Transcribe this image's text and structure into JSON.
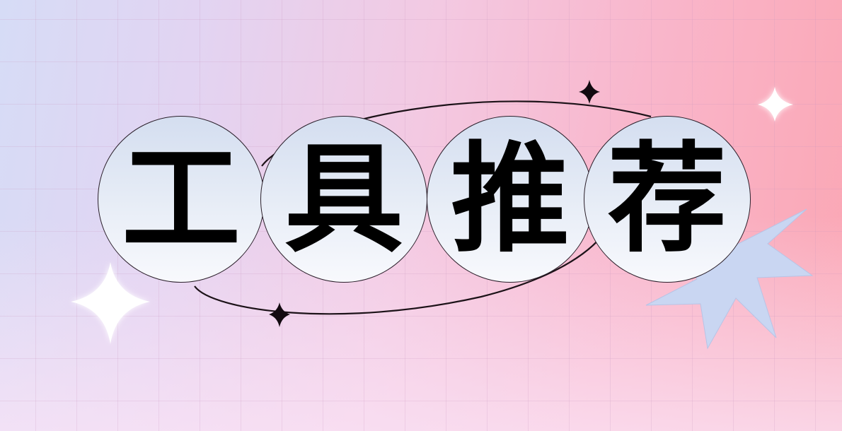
{
  "title": {
    "text": "工具推荐",
    "characters": [
      "工",
      "具",
      "推",
      "荐"
    ]
  },
  "colors": {
    "gradient_left": "#d6dcf6",
    "gradient_mid": "#f3c9e2",
    "gradient_right": "#fba6b3",
    "circle_fill": "#e6ecf6",
    "starburst": "#c9d6f2",
    "ink": "#000000"
  },
  "decorations": [
    "sparkle-white-large",
    "sparkle-white-small",
    "sparkle-black-top",
    "sparkle-black-bottom",
    "orbit-ring",
    "starburst"
  ]
}
